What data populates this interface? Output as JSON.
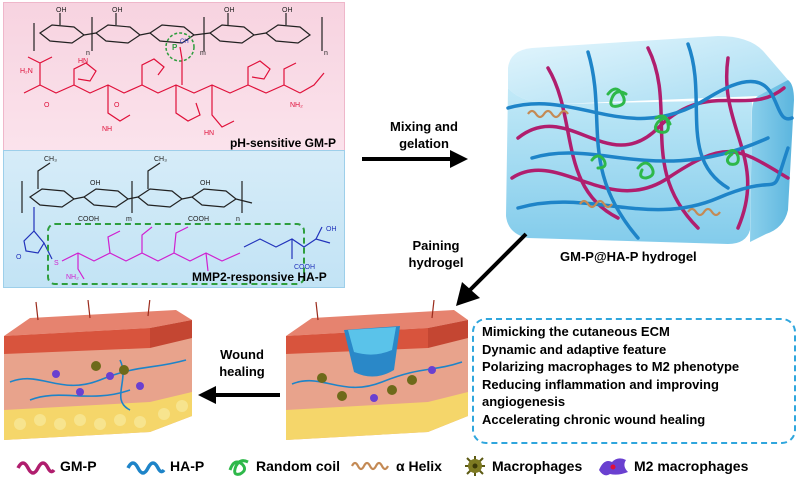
{
  "panels": {
    "gm": {
      "label": "pH-sensitive GM-P"
    },
    "ha": {
      "label": "MMP2-responsive HA-P"
    }
  },
  "arrows": {
    "mixing": "Mixing and gelation",
    "mixing_line1": "Mixing and",
    "mixing_line2": "gelation",
    "painting_line1": "Paining",
    "painting_line2": "hydrogel",
    "healing_line1": "Wound",
    "healing_line2": "healing"
  },
  "hydrogel": {
    "label": "GM-P@HA-P hydrogel"
  },
  "benefits": [
    "Mimicking the cutaneous ECM",
    "Dynamic and adaptive feature",
    "Polarizing macrophages to M2 phenotype",
    "Reducing inflammation and improving",
    "angiogenesis",
    "Accelerating chronic wound healing"
  ],
  "legend": [
    {
      "label": "GM-P",
      "icon": "purple-wave-icon"
    },
    {
      "label": "HA-P",
      "icon": "blue-wave-icon"
    },
    {
      "label": "Random coil",
      "icon": "green-coil-icon"
    },
    {
      "label": "α Helix",
      "icon": "brown-helix-icon"
    },
    {
      "label": "Macrophages",
      "icon": "macrophage-icon"
    },
    {
      "label": "M2 macrophages",
      "icon": "m2-macrophage-icon"
    }
  ],
  "colors": {
    "gm_chain": "#e0103a",
    "ha_chain": "#2233bb",
    "peptide_magenta": "#d020d0",
    "hydrogel_cube": "#8fd3ee",
    "gm_fiber": "#b01e6e",
    "ha_fiber": "#1e84c8",
    "coil": "#2eb84a",
    "helix": "#c48a55"
  }
}
